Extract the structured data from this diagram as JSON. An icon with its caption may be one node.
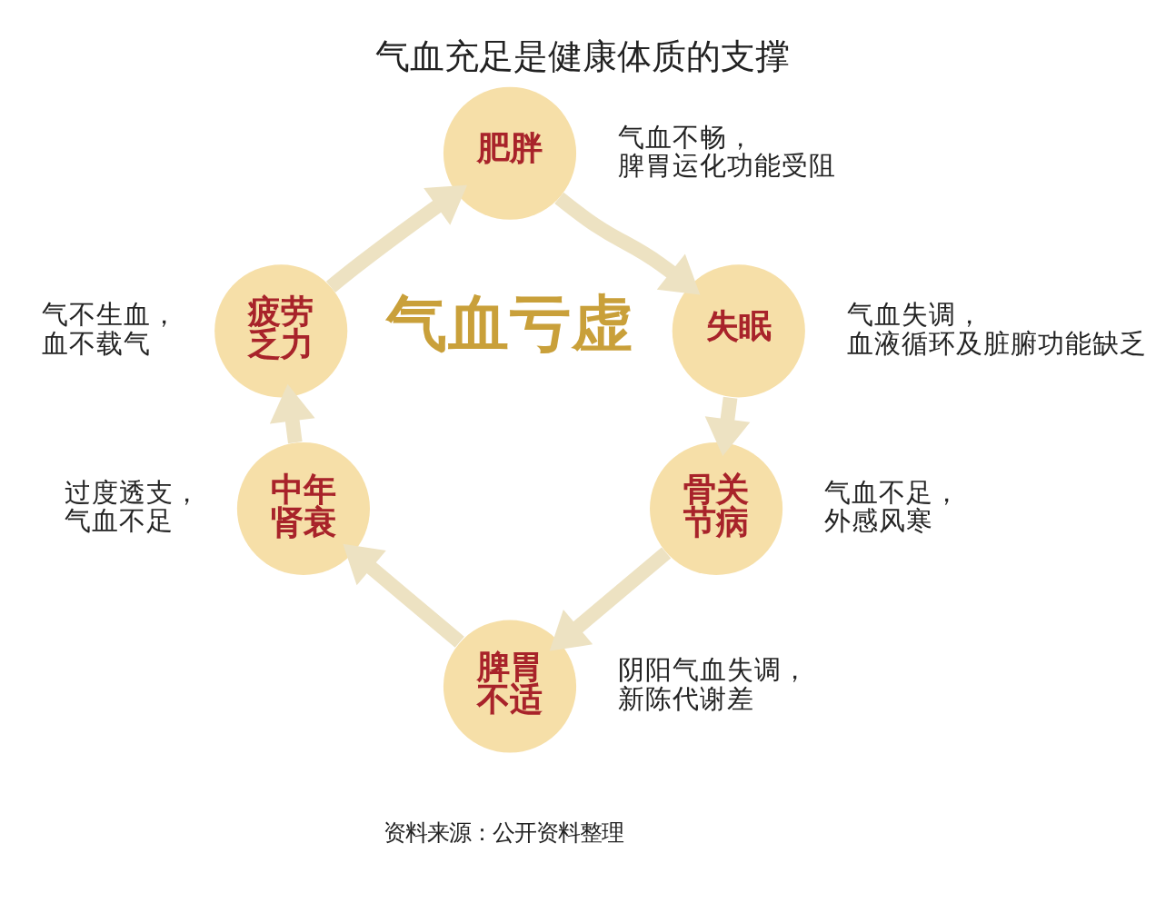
{
  "diagram": {
    "title": "气血充足是健康体质的支撑",
    "caption": "资料来源：公开资料整理",
    "nodes": [
      {
        "text": [
          "肥胖"
        ],
        "beside": [
          "气血不畅，脾胃运化功能受阻"
        ]
      },
      {
        "text": [
          "疲劳乏力"
        ],
        "beside": [
          "气不生血，血不载气"
        ]
      },
      {
        "text": [
          "失眠"
        ],
        "beside": [
          "气血失调，血液循环及脏腑功能缺乏"
        ]
      },
      {
        "text": [
          "中年肾衰"
        ],
        "beside": [
          "过度透支，气血不足"
        ]
      },
      {
        "text": [
          "骨关节病"
        ],
        "beside": [
          "气血不足，外感风寒"
        ]
      },
      {
        "text": [
          "脾胃不适"
        ],
        "beside": [
          "阴阳气血失调，新陈代谢差"
        ]
      }
    ],
    "edges": [
      {
        "from": 1,
        "to": 0,
        "arrow": "to"
      },
      {
        "from": 0,
        "to": 2,
        "arrow": "to"
      },
      {
        "from": 2,
        "to": 4,
        "arrow": "to"
      },
      {
        "from": 4,
        "to": 5,
        "arrow": "to"
      },
      {
        "from": 5,
        "to": 3,
        "arrow": "to"
      },
      {
        "from": 3,
        "to": 1,
        "arrow": "to"
      }
    ],
    "labels": [
      "气血亏虚"
    ]
  }
}
